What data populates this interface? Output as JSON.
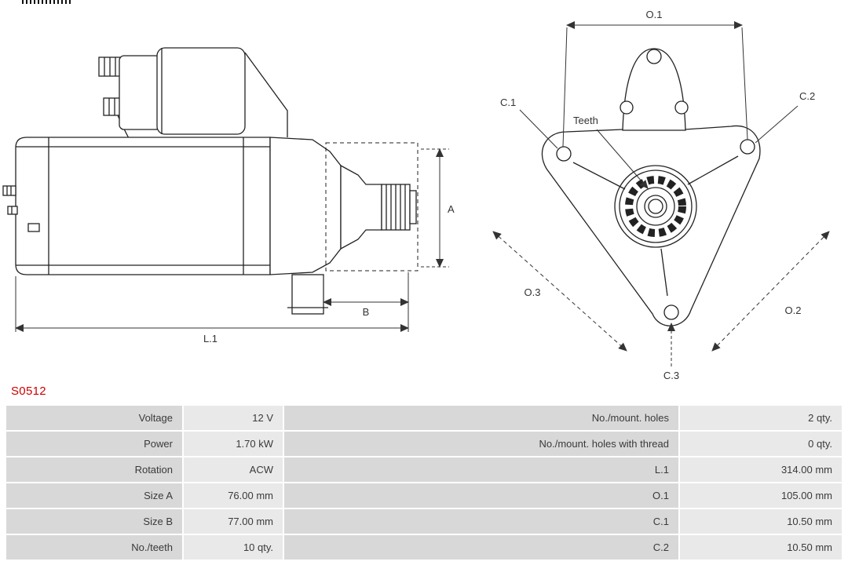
{
  "part_number": "S0512",
  "colors": {
    "part_number": "#cc0000",
    "table_label_bg": "#d8d8d8",
    "table_value_bg": "#e9e9e9",
    "drawing_line": "#222222"
  },
  "drawings": {
    "side_view": {
      "dim_a": "A",
      "dim_b": "B",
      "dim_l1": "L.1"
    },
    "front_view": {
      "dim_o1": "O.1",
      "dim_o2": "O.2",
      "dim_o3": "O.3",
      "dim_c1": "C.1",
      "dim_c2": "C.2",
      "dim_c3": "C.3",
      "teeth_label": "Teeth"
    }
  },
  "table": {
    "rows": [
      {
        "label": "Voltage",
        "value": "12 V",
        "label2": "No./mount. holes",
        "value2": "2 qty."
      },
      {
        "label": "Power",
        "value": "1.70 kW",
        "label2": "No./mount. holes with thread",
        "value2": "0 qty."
      },
      {
        "label": "Rotation",
        "value": "ACW",
        "label2": "L.1",
        "value2": "314.00 mm"
      },
      {
        "label": "Size A",
        "value": "76.00 mm",
        "label2": "O.1",
        "value2": "105.00 mm"
      },
      {
        "label": "Size B",
        "value": "77.00 mm",
        "label2": "C.1",
        "value2": "10.50 mm"
      },
      {
        "label": "No./teeth",
        "value": "10 qty.",
        "label2": "C.2",
        "value2": "10.50 mm"
      }
    ]
  }
}
